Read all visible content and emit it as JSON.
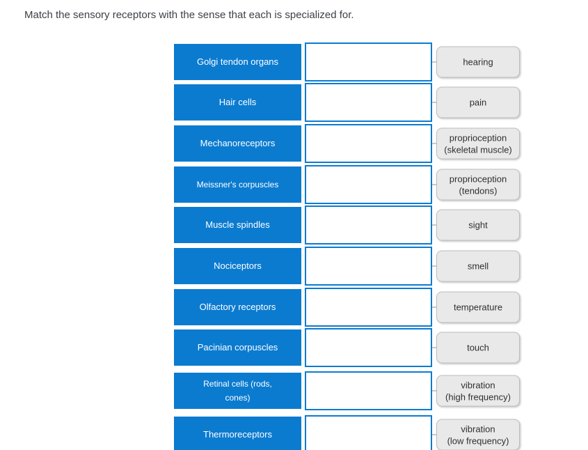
{
  "title": "Match the sensory receptors with the sense that each is specialized for.",
  "colors": {
    "tile_blue": "#0b7bd0",
    "chip_bg": "#e9e9e9",
    "chip_border": "#bdbdbd",
    "chip_text": "#2f2f2f",
    "text_dark": "#3b3f45"
  },
  "rows": [
    {
      "receptor": "Golgi tendon organs",
      "choice": "hearing"
    },
    {
      "receptor": "Hair cells",
      "choice": "pain"
    },
    {
      "receptor": "Mechanoreceptors",
      "choice": "proprioception\n(skeletal muscle)"
    },
    {
      "receptor": "Meissner's corpuscles",
      "choice": "proprioception\n(tendons)"
    },
    {
      "receptor": "Muscle spindles",
      "choice": "sight"
    },
    {
      "receptor": "Nociceptors",
      "choice": "smell"
    },
    {
      "receptor": "Olfactory receptors",
      "choice": "temperature"
    },
    {
      "receptor": "Pacinian corpuscles",
      "choice": "touch"
    },
    {
      "receptor": "Retinal cells (rods,\ncones)",
      "choice": "vibration\n(high frequency)"
    },
    {
      "receptor": "Thermoreceptors",
      "choice": "vibration\n(low frequency)"
    }
  ]
}
